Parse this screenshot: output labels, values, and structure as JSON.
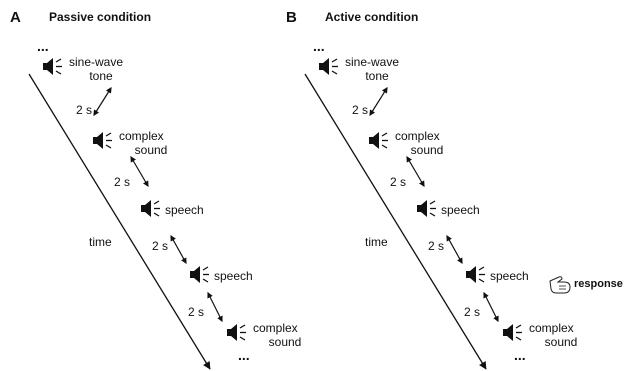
{
  "panels": [
    {
      "letter": "A",
      "title": "Passive condition",
      "time_label": "time",
      "ellipsis_top": "...",
      "ellipsis_bottom": "...",
      "interval": "2 s",
      "stimuli": [
        {
          "lines": [
            "sine-wave",
            "tone"
          ],
          "icon": "speaker-icon"
        },
        {
          "lines": [
            "complex",
            "sound"
          ],
          "icon": "speaker-icon"
        },
        {
          "lines": [
            "speech"
          ],
          "icon": "speaker-icon"
        },
        {
          "lines": [
            "speech"
          ],
          "icon": "speaker-icon"
        },
        {
          "lines": [
            "complex",
            "sound"
          ],
          "icon": "speaker-icon"
        }
      ]
    },
    {
      "letter": "B",
      "title": "Active condition",
      "time_label": "time",
      "ellipsis_top": "...",
      "ellipsis_bottom": "...",
      "interval": "2 s",
      "response_label": "response",
      "response_icon": "pointing-hand-icon",
      "stimuli": [
        {
          "lines": [
            "sine-wave",
            "tone"
          ],
          "icon": "speaker-icon"
        },
        {
          "lines": [
            "complex",
            "sound"
          ],
          "icon": "speaker-icon"
        },
        {
          "lines": [
            "speech"
          ],
          "icon": "speaker-icon"
        },
        {
          "lines": [
            "speech"
          ],
          "icon": "speaker-icon",
          "response": true
        },
        {
          "lines": [
            "complex",
            "sound"
          ],
          "icon": "speaker-icon"
        }
      ]
    }
  ]
}
